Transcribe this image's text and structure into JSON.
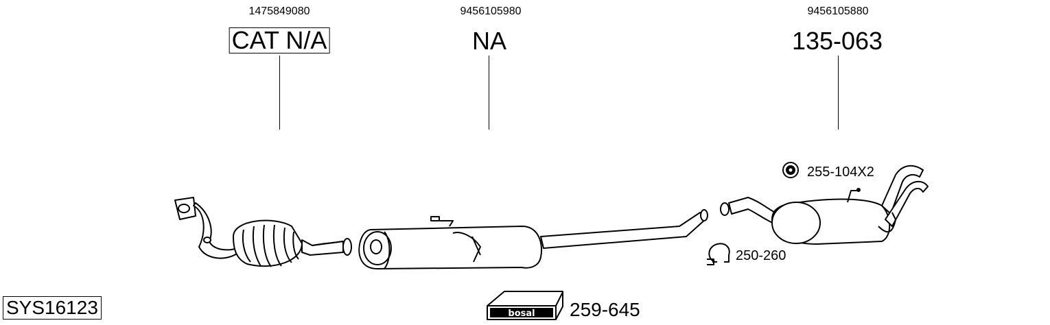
{
  "system_code": "SYS16123",
  "parts": [
    {
      "oe_number": "1475849080",
      "part_number": "CAT N/A",
      "boxed": true
    },
    {
      "oe_number": "9456105980",
      "part_number": "NA",
      "boxed": false
    },
    {
      "oe_number": "9456105880",
      "part_number": "135-063",
      "boxed": false
    }
  ],
  "accessories": {
    "rubber_mount": "255-104X2",
    "clamp": "250-260"
  },
  "kit": {
    "brand_logo": "bosal",
    "number": "259-645"
  },
  "icons": [
    "rubber-mount-icon",
    "clamp-icon",
    "bosal-box-icon"
  ]
}
